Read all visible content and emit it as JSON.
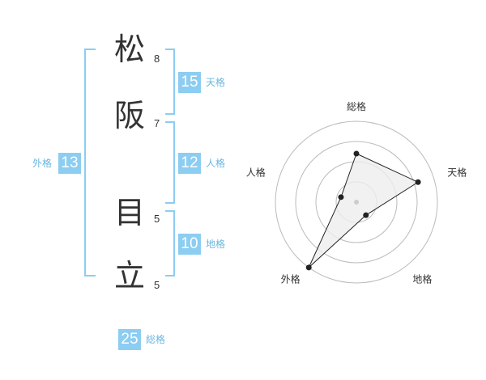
{
  "name": {
    "chars": [
      {
        "char": "松",
        "strokes": "8"
      },
      {
        "char": "阪",
        "strokes": "7"
      },
      {
        "char": "目",
        "strokes": "5"
      },
      {
        "char": "立",
        "strokes": "5"
      }
    ]
  },
  "fortunes": {
    "tenkaku": {
      "value": "15",
      "label": "天格"
    },
    "jinkaku": {
      "value": "12",
      "label": "人格"
    },
    "chikaku": {
      "value": "10",
      "label": "地格"
    },
    "gaikaku": {
      "value": "13",
      "label": "外格"
    },
    "soukaku": {
      "value": "25",
      "label": "総格"
    }
  },
  "chart_data": {
    "type": "radar",
    "axes": [
      "総格",
      "天格",
      "地格",
      "外格",
      "人格"
    ],
    "values": [
      3,
      4,
      1,
      5,
      1
    ],
    "range": [
      0,
      5
    ],
    "rings": 4,
    "colors": {
      "fill": "#eeeeee",
      "stroke": "#222222",
      "grid": "#bbbbbb",
      "center": "#cccccc"
    }
  }
}
